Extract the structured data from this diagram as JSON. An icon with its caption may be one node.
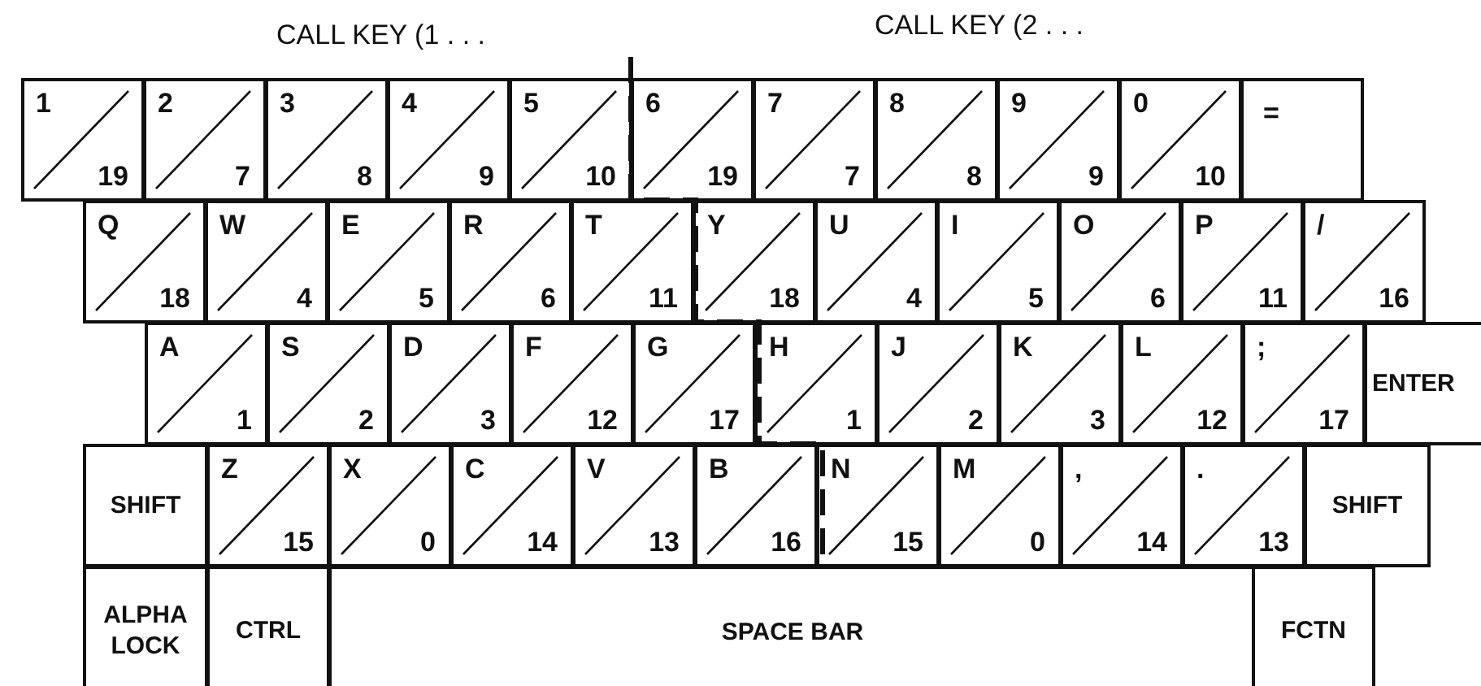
{
  "diagram": {
    "nodes": [
      {
        "text": [
          "1",
          "19"
        ]
      },
      {
        "text": [
          "2",
          "7"
        ]
      },
      {
        "text": [
          "3",
          "8"
        ]
      },
      {
        "text": [
          "4",
          "9"
        ]
      },
      {
        "text": [
          "5",
          "10"
        ]
      },
      {
        "text": [
          "6",
          "19"
        ]
      },
      {
        "text": [
          "7",
          "7"
        ]
      },
      {
        "text": [
          "8",
          "8"
        ]
      },
      {
        "text": [
          "9",
          "9"
        ]
      },
      {
        "text": [
          "0",
          "10"
        ]
      },
      {
        "text": [
          "="
        ]
      },
      {
        "text": [
          "Q",
          "18"
        ]
      },
      {
        "text": [
          "W",
          "4"
        ]
      },
      {
        "text": [
          "E",
          "5"
        ]
      },
      {
        "text": [
          "R",
          "6"
        ]
      },
      {
        "text": [
          "T",
          "11"
        ]
      },
      {
        "text": [
          "Y",
          "18"
        ]
      },
      {
        "text": [
          "U",
          "4"
        ]
      },
      {
        "text": [
          "I",
          "5"
        ]
      },
      {
        "text": [
          "O",
          "6"
        ]
      },
      {
        "text": [
          "P",
          "11"
        ]
      },
      {
        "text": [
          "/",
          "16"
        ]
      },
      {
        "text": [
          "A",
          "1"
        ]
      },
      {
        "text": [
          "S",
          "2"
        ]
      },
      {
        "text": [
          "D",
          "3"
        ]
      },
      {
        "text": [
          "F",
          "12"
        ]
      },
      {
        "text": [
          "G",
          "17"
        ]
      },
      {
        "text": [
          "H",
          "1"
        ]
      },
      {
        "text": [
          "J",
          "2"
        ]
      },
      {
        "text": [
          "K",
          "3"
        ]
      },
      {
        "text": [
          "L",
          "12"
        ]
      },
      {
        "text": [
          ";",
          "17"
        ]
      },
      {
        "text": [
          "ENTER"
        ]
      },
      {
        "text": [
          "SHIFT"
        ]
      },
      {
        "text": [
          "Z",
          "15"
        ]
      },
      {
        "text": [
          "X",
          "0"
        ]
      },
      {
        "text": [
          "C",
          "14"
        ]
      },
      {
        "text": [
          "V",
          "13"
        ]
      },
      {
        "text": [
          "B",
          "16"
        ]
      },
      {
        "text": [
          "N",
          "15"
        ]
      },
      {
        "text": [
          "M",
          "0"
        ]
      },
      {
        "text": [
          ",",
          "14"
        ]
      },
      {
        "text": [
          ".",
          "13"
        ]
      },
      {
        "text": [
          "SHIFT"
        ]
      },
      {
        "text": [
          "ALPHA LOCK"
        ]
      },
      {
        "text": [
          "CTRL"
        ]
      },
      {
        "text": [
          "SPACE BAR"
        ]
      },
      {
        "text": [
          "FCTN"
        ]
      }
    ],
    "labels": [
      "CALL KEY (1 . . .",
      "CALL KEY (2 . . ."
    ]
  }
}
